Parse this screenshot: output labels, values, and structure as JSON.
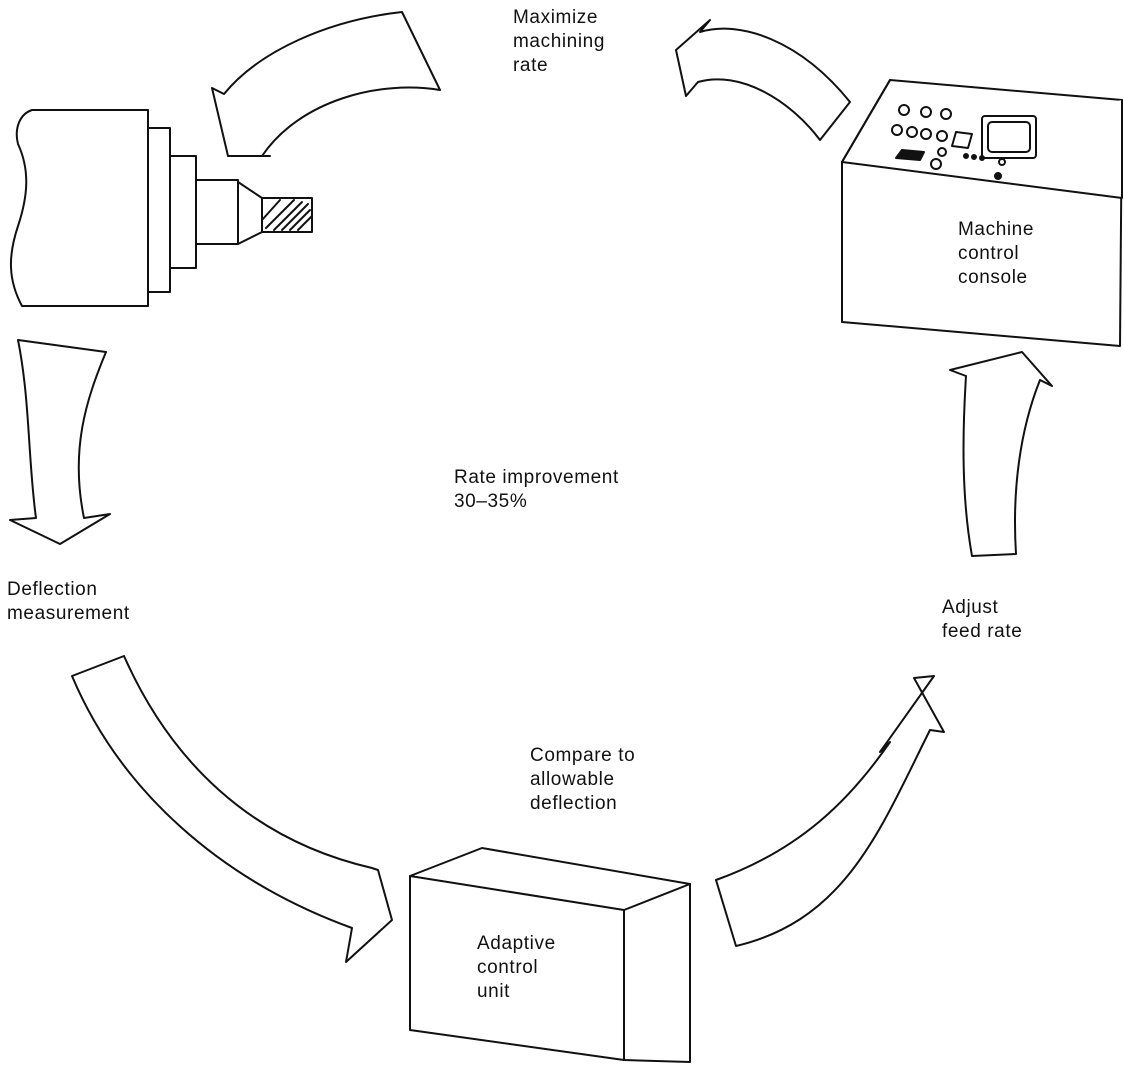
{
  "labels": {
    "maximize": [
      "Maximize",
      "machining",
      "rate"
    ],
    "console": [
      "Machine",
      "control",
      "console"
    ],
    "deflection": [
      "Deflection",
      "measurement"
    ],
    "rate_improvement": [
      "Rate improvement",
      "30–35%"
    ],
    "adjust": [
      "Adjust",
      "feed rate"
    ],
    "compare": [
      "Compare to",
      "allowable",
      "deflection"
    ],
    "adaptive": [
      "Adaptive",
      "control",
      "unit"
    ]
  },
  "colors": {
    "line": "#111111",
    "background": "#ffffff"
  },
  "icons": [
    "curved-arrow-icon",
    "spindle-icon",
    "console-icon",
    "box-icon"
  ]
}
